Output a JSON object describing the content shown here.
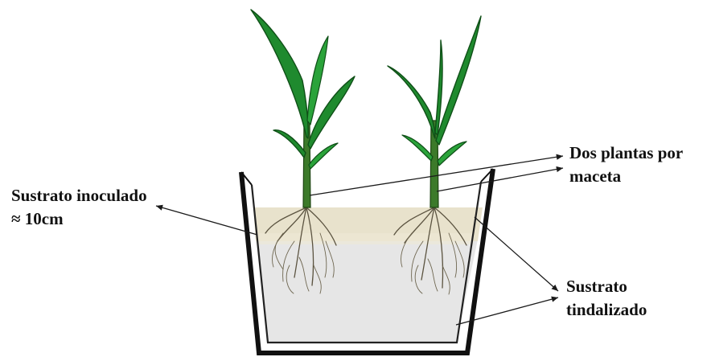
{
  "labels": {
    "plants": [
      "Dos plantas por",
      "maceta"
    ],
    "inoculated": [
      "Sustrato inoculado",
      "≈ 10cm"
    ],
    "tyndallized": [
      "Sustrato",
      "tindalizado"
    ]
  },
  "colors": {
    "leaf": "#1f8a2e",
    "inoculated_substrate": "#e8e2cc",
    "tyndallized_substrate": "#e6e6e6",
    "pot_outline": "#111111"
  },
  "icons": [
    "pot-icon",
    "maize-plant-icon",
    "roots-icon"
  ]
}
